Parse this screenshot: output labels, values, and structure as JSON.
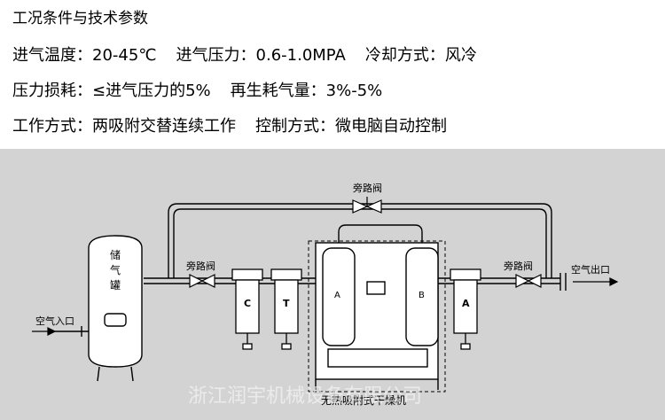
{
  "specs": {
    "title": "工况条件与技术参数",
    "inlet_temp_label": "进气温度：",
    "inlet_temp_value": "20-45℃",
    "inlet_pressure_label": "进气压力：",
    "inlet_pressure_value": "0.6-1.0MPA",
    "cooling_label": "冷却方式：",
    "cooling_value": "风冷",
    "pressure_loss_label": "压力损耗：",
    "pressure_loss_value": "≤进气压力的5%",
    "regen_label": "再生耗气量：",
    "regen_value": "3%-5%",
    "work_mode_label": "工作方式：",
    "work_mode_value": "两吸附交替连续工作",
    "control_label": "控制方式：",
    "control_value": "微电脑自动控制"
  },
  "diagram": {
    "bypass_top": "旁路阀",
    "bypass_left": "旁路阀",
    "bypass_right": "旁路阀",
    "tank_label_1": "储",
    "tank_label_2": "气",
    "tank_label_3": "罐",
    "air_inlet": "空气入口",
    "air_outlet": "空气出口",
    "filter_c": "C",
    "filter_t": "T",
    "filter_a": "A",
    "tower_a": "A",
    "tower_b": "B",
    "dryer_label": "无热吸附式干燥机",
    "watermark": "浙江润宇机械设备有限公司"
  },
  "colors": {
    "background": "#ffffff",
    "diagram_bg": "#d3d3d3",
    "line": "#000000",
    "equipment_fill": "#ffffff"
  }
}
